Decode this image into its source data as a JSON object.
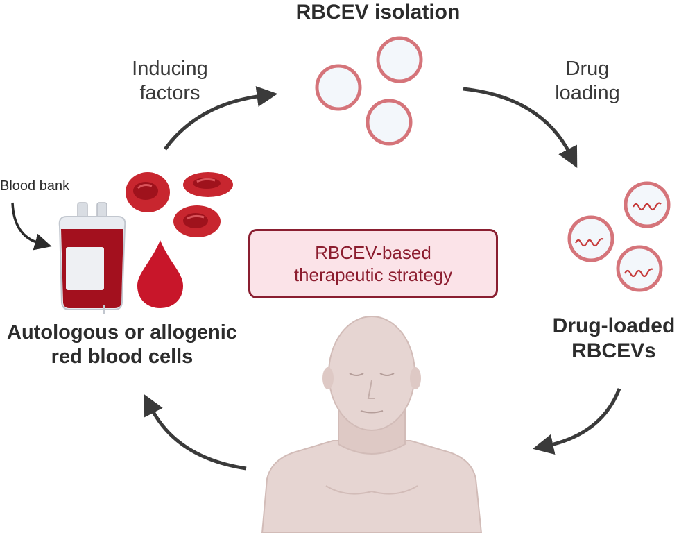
{
  "labels": {
    "rbcev_isolation": "RBCEV isolation",
    "inducing_factors": [
      "Inducing",
      "factors"
    ],
    "drug_loading": [
      "Drug",
      "loading"
    ],
    "blood_bank": "Blood bank",
    "source_cells": [
      "Autologous or allogenic",
      "red blood cells"
    ],
    "drug_loaded": [
      "Drug-loaded",
      "RBCEVs"
    ],
    "center_box": [
      "RBCEV-based",
      "therapeutic strategy"
    ]
  },
  "colors": {
    "arrow": "#3a3a3a",
    "rbc": "#c8262f",
    "vesicle_outline": "#d5747a",
    "vesicle_fill": "#f3f7fb",
    "drug_strand": "#c63b3b",
    "box_border": "#8a1e30",
    "box_fill": "#fbe3e8",
    "box_text": "#8c1d2f",
    "skin": "#e6d5d2"
  },
  "icons": [
    "blood-bag-icon",
    "red-blood-cell-icon",
    "blood-drop-icon",
    "vesicle-icon",
    "drug-loaded-vesicle-icon",
    "human-figure-icon"
  ]
}
